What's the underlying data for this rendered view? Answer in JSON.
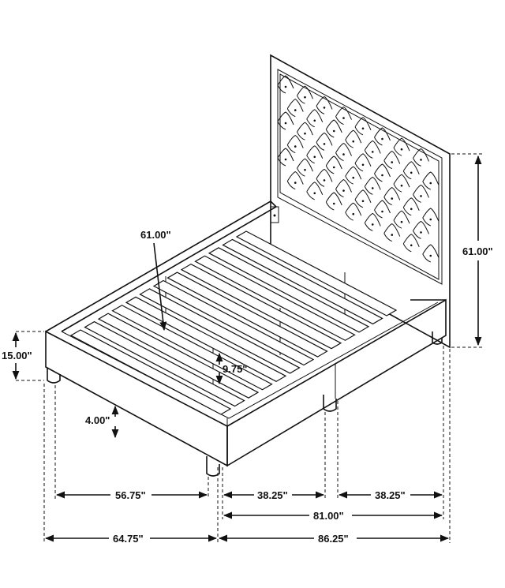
{
  "dimensions": {
    "headboard_height": "61.00\"",
    "rail_length": "61.00\"",
    "frame_height": "15.00\"",
    "rail_clearance": "9.75\"",
    "leg_height": "4.00\"",
    "inner_width": "56.75\"",
    "half_length_left": "38.25\"",
    "half_length_right": "38.25\"",
    "inner_length": "81.00\"",
    "overall_width": "64.75\"",
    "overall_length": "86.25\""
  },
  "colors": {
    "line": "#111111",
    "background": "#ffffff"
  }
}
